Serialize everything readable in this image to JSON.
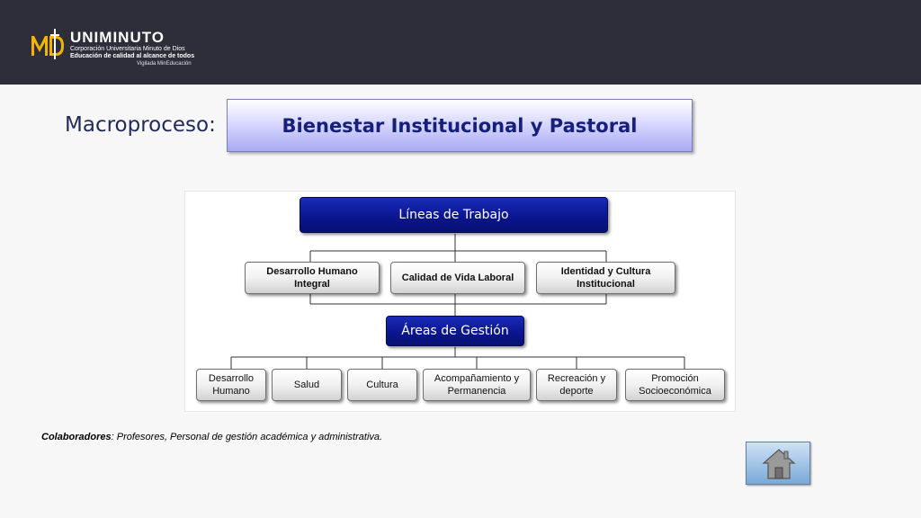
{
  "header": {
    "logo": {
      "name": "UNIMINUTO",
      "line1": "Corporación Universitaria Minuto de Dios",
      "line2": "Educación de calidad al alcance de todos",
      "line3": "Vigilada MinEducación",
      "mark": "MD"
    }
  },
  "title": {
    "label": "Macroproceso:",
    "value": "Bienestar Institucional y Pastoral"
  },
  "diagram": {
    "lineas": {
      "title": "Líneas de Trabajo",
      "items": [
        "Desarrollo Humano Integral",
        "Calidad de Vida Laboral",
        "Identidad y Cultura Institucional"
      ]
    },
    "areas": {
      "title": "Áreas de Gestión",
      "items": [
        "Desarrollo Humano",
        "Salud",
        "Cultura",
        "Acompañamiento y Permanencia",
        "Recreación y deporte",
        "Promoción Socioeconómica"
      ]
    }
  },
  "footer": {
    "collab_label": "Colaboradores",
    "collab_text": ": Profesores, Personal de gestión académica y administrativa."
  },
  "home_button": {
    "icon": "home-icon"
  },
  "colors": {
    "header_bg": "#2d2e3a",
    "blue_box": "#0b1690",
    "title_text": "#16207a"
  }
}
